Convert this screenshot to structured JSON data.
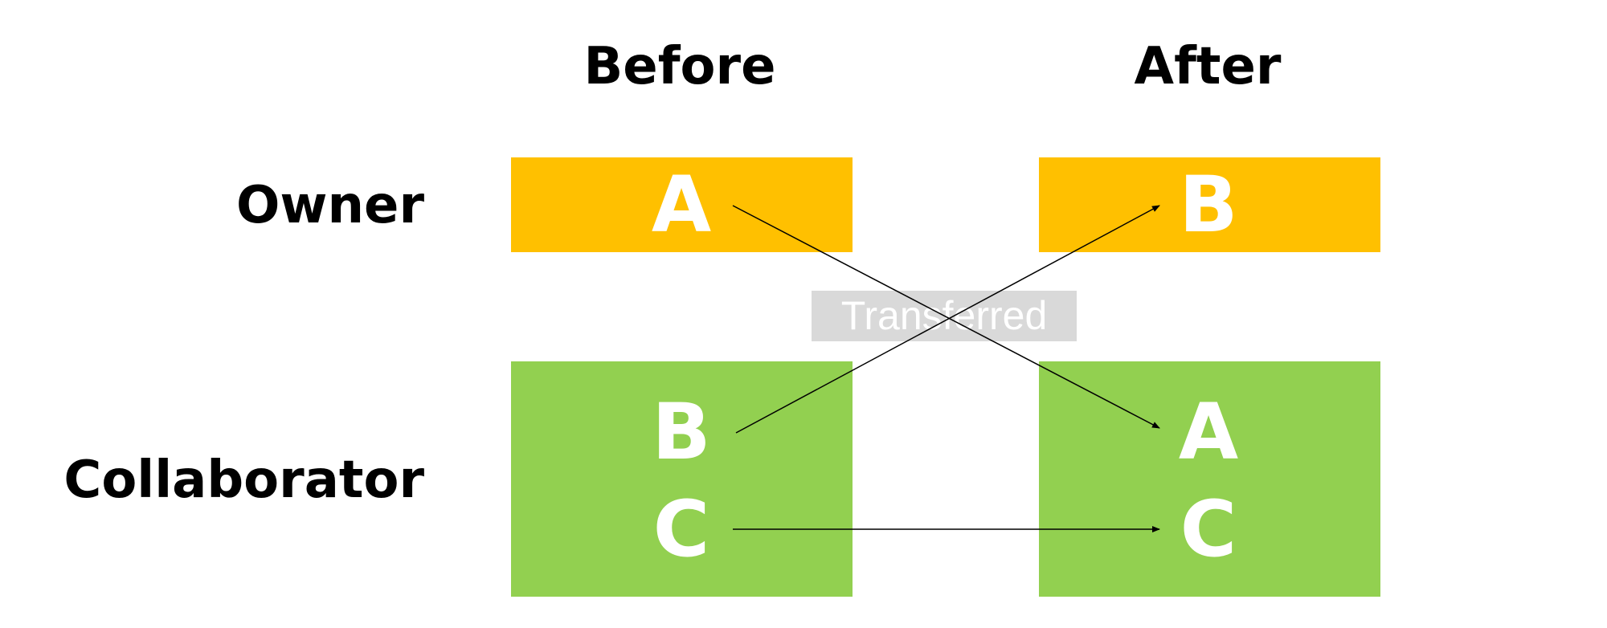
{
  "headers": {
    "before": "Before",
    "after": "After"
  },
  "rows": {
    "owner": "Owner",
    "collaborator": "Collaborator"
  },
  "before": {
    "owner": [
      "A"
    ],
    "collaborators": [
      "B",
      "C"
    ]
  },
  "after": {
    "owner": [
      "B"
    ],
    "collaborators": [
      "A",
      "C"
    ]
  },
  "transfer_label": "Transferred",
  "colors": {
    "owner_box": "#FFC000",
    "collaborator_box": "#92D050",
    "transfer_label_bg": "#D9D9D9",
    "letter": "#FFFFFF",
    "arrow": "#000000"
  }
}
